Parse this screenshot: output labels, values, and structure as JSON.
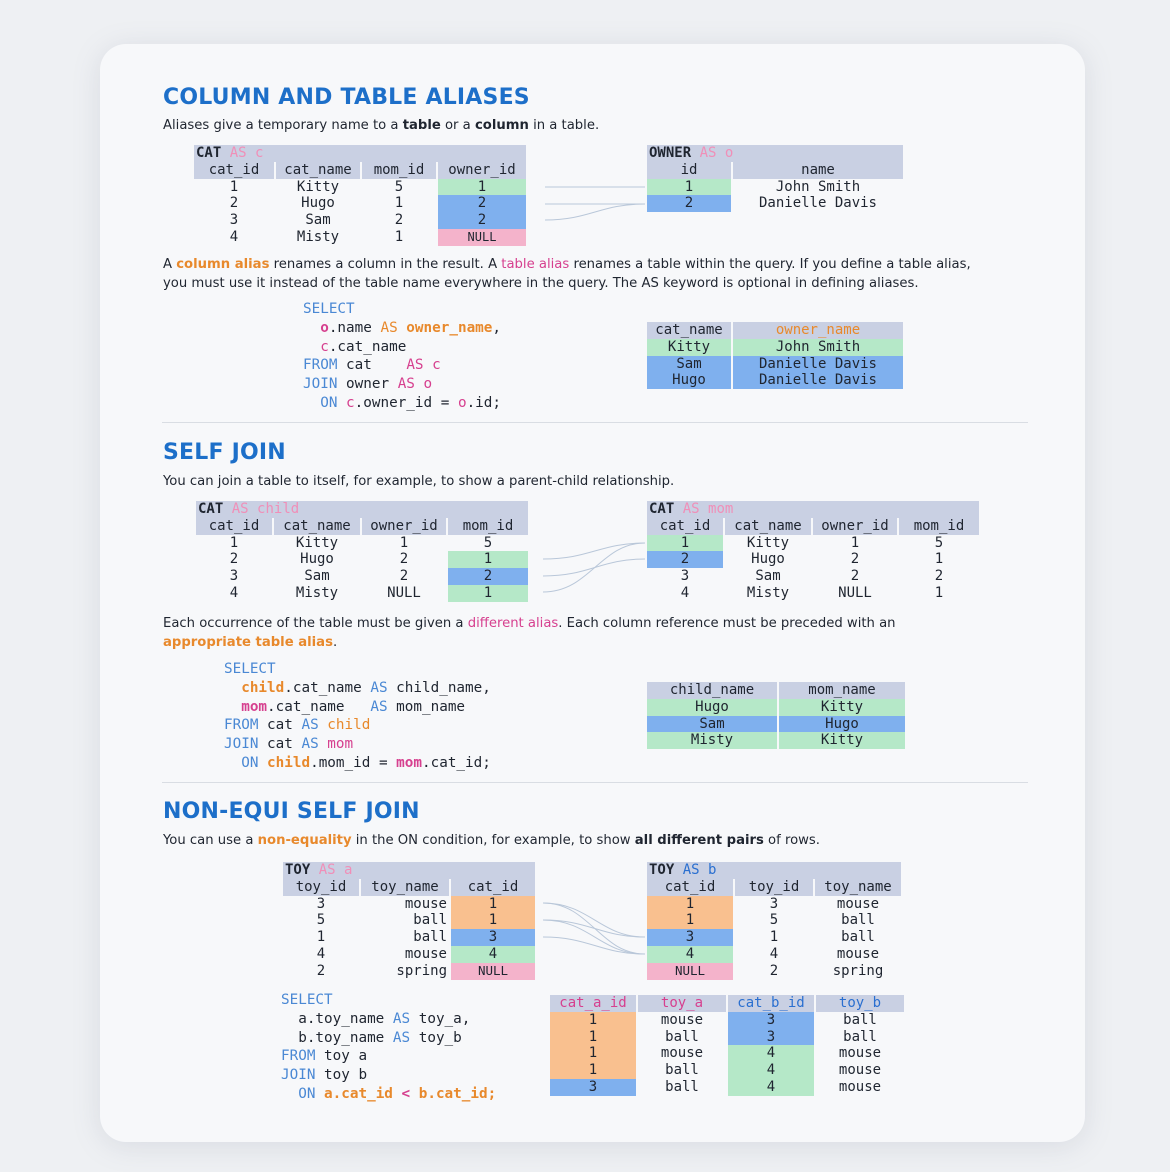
{
  "section1": {
    "title": "COLUMN AND TABLE ALIASES",
    "intro": {
      "a": "Aliases give a temporary name to a ",
      "b": "table",
      "c": " or a ",
      "d": "column",
      "e": " in a table."
    },
    "cat_table": {
      "name": "CAT",
      "as": "AS",
      "alias": "c",
      "headers": [
        "cat_id",
        "cat_name",
        "mom_id",
        "owner_id"
      ],
      "rows": [
        [
          "1",
          "Kitty",
          "5",
          "1"
        ],
        [
          "2",
          "Hugo",
          "1",
          "2"
        ],
        [
          "3",
          "Sam",
          "2",
          "2"
        ],
        [
          "4",
          "Misty",
          "1",
          "NULL"
        ]
      ]
    },
    "owner_table": {
      "name": "OWNER",
      "as": "AS",
      "alias": "o",
      "headers": [
        "id",
        "name"
      ],
      "rows": [
        [
          "1",
          "John Smith"
        ],
        [
          "2",
          "Danielle Davis"
        ]
      ]
    },
    "explain": {
      "l1a": "A ",
      "l1b": "column alias",
      "l1c": " renames a column in the result. A ",
      "l1d": "table alias",
      "l1e": " renames a table within the query. If you define a table alias,",
      "l2": "you must use it instead of the table name everywhere in the query. The AS keyword is optional in defining aliases."
    },
    "code": {
      "select": "SELECT",
      "l2a": "o",
      "l2b": ".name ",
      "l2c": "AS",
      "l2d": " owner_name",
      "l2e": ",",
      "l3a": "c",
      "l3b": ".cat_name",
      "l4a": "FROM",
      "l4b": " cat    ",
      "l4c": "AS c",
      "l5a": "JOIN",
      "l5b": " owner ",
      "l5c": "AS o",
      "l6a": "ON",
      "l6b": " c",
      "l6c": ".owner_id = ",
      "l6d": "o",
      "l6e": ".id;"
    },
    "result": {
      "headers": [
        "cat_name",
        "owner_name"
      ],
      "rows": [
        [
          "Kitty",
          "John Smith"
        ],
        [
          "Sam",
          "Danielle Davis"
        ],
        [
          "Hugo",
          "Danielle Davis"
        ]
      ]
    }
  },
  "section2": {
    "title": "SELF JOIN",
    "intro": "You can join a table to itself, for example, to show a parent-child relationship.",
    "child_table": {
      "name": "CAT",
      "as": "AS",
      "alias": "child",
      "headers": [
        "cat_id",
        "cat_name",
        "owner_id",
        "mom_id"
      ],
      "rows": [
        [
          "1",
          "Kitty",
          "1",
          "5"
        ],
        [
          "2",
          "Hugo",
          "2",
          "1"
        ],
        [
          "3",
          "Sam",
          "2",
          "2"
        ],
        [
          "4",
          "Misty",
          "NULL",
          "1"
        ]
      ]
    },
    "mom_table": {
      "name": "CAT",
      "as": "AS",
      "alias": "mom",
      "headers": [
        "cat_id",
        "cat_name",
        "owner_id",
        "mom_id"
      ],
      "rows": [
        [
          "1",
          "Kitty",
          "1",
          "5"
        ],
        [
          "2",
          "Hugo",
          "2",
          "1"
        ],
        [
          "3",
          "Sam",
          "2",
          "2"
        ],
        [
          "4",
          "Misty",
          "NULL",
          "1"
        ]
      ]
    },
    "explain": {
      "l1a": "Each occurrence of the table must be given a ",
      "l1b": "different alias",
      "l1c": ". Each column reference must be preceded with an",
      "l2a": "appropriate table alias",
      "l2b": "."
    },
    "code": {
      "select": "SELECT",
      "l2a": "child",
      "l2b": ".cat_name ",
      "l2c": "AS",
      "l2d": " child_name,",
      "l3a": "mom",
      "l3b": ".cat_name   ",
      "l3c": "AS",
      "l3d": " mom_name",
      "l4a": "FROM",
      "l4b": " cat ",
      "l4c": "AS",
      "l4d": " child",
      "l5a": "JOIN",
      "l5b": " cat ",
      "l5c": "AS",
      "l5d": " mom",
      "l6a": "ON",
      "l6b": " child",
      "l6c": ".mom_id = ",
      "l6d": "mom",
      "l6e": ".cat_id;"
    },
    "result": {
      "headers": [
        "child_name",
        "mom_name"
      ],
      "rows": [
        [
          "Hugo",
          "Kitty"
        ],
        [
          "Sam",
          "Hugo"
        ],
        [
          "Misty",
          "Kitty"
        ]
      ]
    }
  },
  "section3": {
    "title": "NON-EQUI SELF JOIN",
    "intro": {
      "a": "You can use a ",
      "b": "non-equality",
      "c": " in the ON condition, for example, to show ",
      "d": "all different pairs",
      "e": " of rows."
    },
    "toy_a": {
      "name": "TOY",
      "as": "AS",
      "alias": "a",
      "headers": [
        "toy_id",
        "toy_name",
        "cat_id"
      ],
      "rows": [
        [
          "3",
          "mouse",
          "1"
        ],
        [
          "5",
          "ball",
          "1"
        ],
        [
          "1",
          "ball",
          "3"
        ],
        [
          "4",
          "mouse",
          "4"
        ],
        [
          "2",
          "spring",
          "NULL"
        ]
      ]
    },
    "toy_b": {
      "name": "TOY",
      "as": "AS",
      "alias": "b",
      "headers": [
        "cat_id",
        "toy_id",
        "toy_name"
      ],
      "rows": [
        [
          "1",
          "3",
          "mouse"
        ],
        [
          "1",
          "5",
          "ball"
        ],
        [
          "3",
          "1",
          "ball"
        ],
        [
          "4",
          "4",
          "mouse"
        ],
        [
          "NULL",
          "2",
          "spring"
        ]
      ]
    },
    "code": {
      "select": "SELECT",
      "l2a": "a.toy_name ",
      "l2b": "AS",
      "l2c": " toy_a,",
      "l3a": "b.toy_name ",
      "l3b": "AS",
      "l3c": " toy_b",
      "l4a": "FROM",
      "l4b": " toy a",
      "l5a": "JOIN",
      "l5b": " toy b",
      "l6a": "ON",
      "l6b": " a.cat_id",
      "l6c": " < ",
      "l6d": "b.cat_id;"
    },
    "result": {
      "headers": [
        "cat_a_id",
        "toy_a",
        "cat_b_id",
        "toy_b"
      ],
      "rows": [
        [
          "1",
          "mouse",
          "3",
          "ball"
        ],
        [
          "1",
          "ball",
          "3",
          "ball"
        ],
        [
          "1",
          "mouse",
          "4",
          "mouse"
        ],
        [
          "1",
          "ball",
          "4",
          "mouse"
        ],
        [
          "3",
          "ball",
          "4",
          "mouse"
        ]
      ]
    }
  },
  "colors": {
    "heading": "#1d6fc9",
    "pink": "#d6408f",
    "orange": "#e8892c",
    "green": "#b5e8c8",
    "blue": "#7fb0ee",
    "header": "#c9d0e3"
  }
}
